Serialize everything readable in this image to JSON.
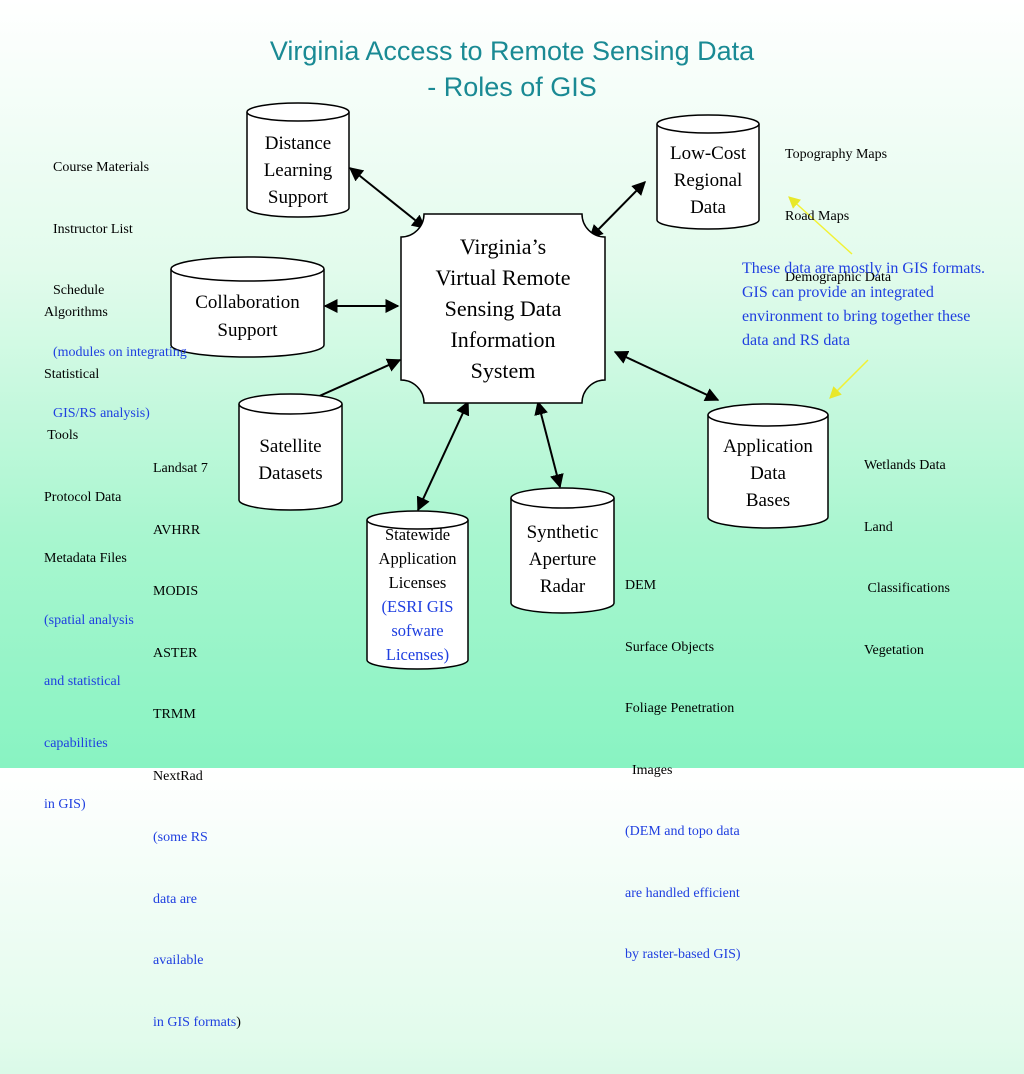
{
  "title": {
    "line1": "Virginia Access to Remote Sensing Data",
    "line2": "- Roles of GIS"
  },
  "center": {
    "lines": [
      "Virginia’s",
      "Virtual Remote",
      "Sensing Data",
      "Information",
      "System"
    ]
  },
  "nodes": {
    "distance": {
      "lines": [
        "Distance",
        "Learning",
        "Support"
      ]
    },
    "lowcost": {
      "lines": [
        "Low-Cost",
        "Regional",
        "Data"
      ]
    },
    "collab": {
      "lines": [
        "Collaboration",
        "Support"
      ]
    },
    "satellite": {
      "lines": [
        "Satellite",
        "Datasets"
      ]
    },
    "appdata": {
      "lines": [
        "Application",
        "Data",
        "Bases"
      ]
    },
    "sar": {
      "lines": [
        "Synthetic",
        "Aperture",
        "Radar"
      ]
    },
    "statewide": {
      "lines": [
        "Statewide",
        "Application",
        "Licenses",
        "(ESRI GIS",
        "sofware",
        "Licenses)"
      ]
    }
  },
  "notes": {
    "distance": {
      "black": [
        "Course Materials",
        "Instructor List",
        "Schedule"
      ],
      "blue": [
        "(modules on integrating",
        "GIS/RS analysis)"
      ]
    },
    "lowcost": {
      "black": [
        "Topography Maps",
        "Road Maps",
        "Demographic Data"
      ]
    },
    "collab": {
      "black": [
        "Algorithms",
        "Statistical",
        " Tools",
        "Protocol Data",
        "Metadata Files"
      ],
      "blue": [
        "(spatial analysis",
        "and statistical",
        "capabilities",
        "in GIS)"
      ]
    },
    "satellite": {
      "black": [
        "Landsat 7",
        "AVHRR",
        "MODIS",
        "ASTER",
        "TRMM",
        "NextRad"
      ],
      "blue": [
        "(some RS",
        "data are",
        "available",
        "in GIS formats"
      ],
      "tail": ")"
    },
    "appdata": {
      "black": [
        "Wetlands Data",
        "Land",
        " Classifications",
        "Vegetation"
      ]
    },
    "sar": {
      "black": [
        "DEM",
        "Surface Objects",
        "Foliage Penetration",
        "  Images"
      ],
      "blue": [
        "(DEM and topo data",
        "are handled efficient",
        "by raster-based GIS)"
      ]
    }
  },
  "gis_note": "These data are mostly in GIS formats. GIS can provide an integrated environment to bring together these data and RS data",
  "colors": {
    "title": "#1a8a94",
    "blue_text": "#1f3fe0",
    "callout_arrow": "#f2f233",
    "bg_bottom": "#88f3c2"
  }
}
